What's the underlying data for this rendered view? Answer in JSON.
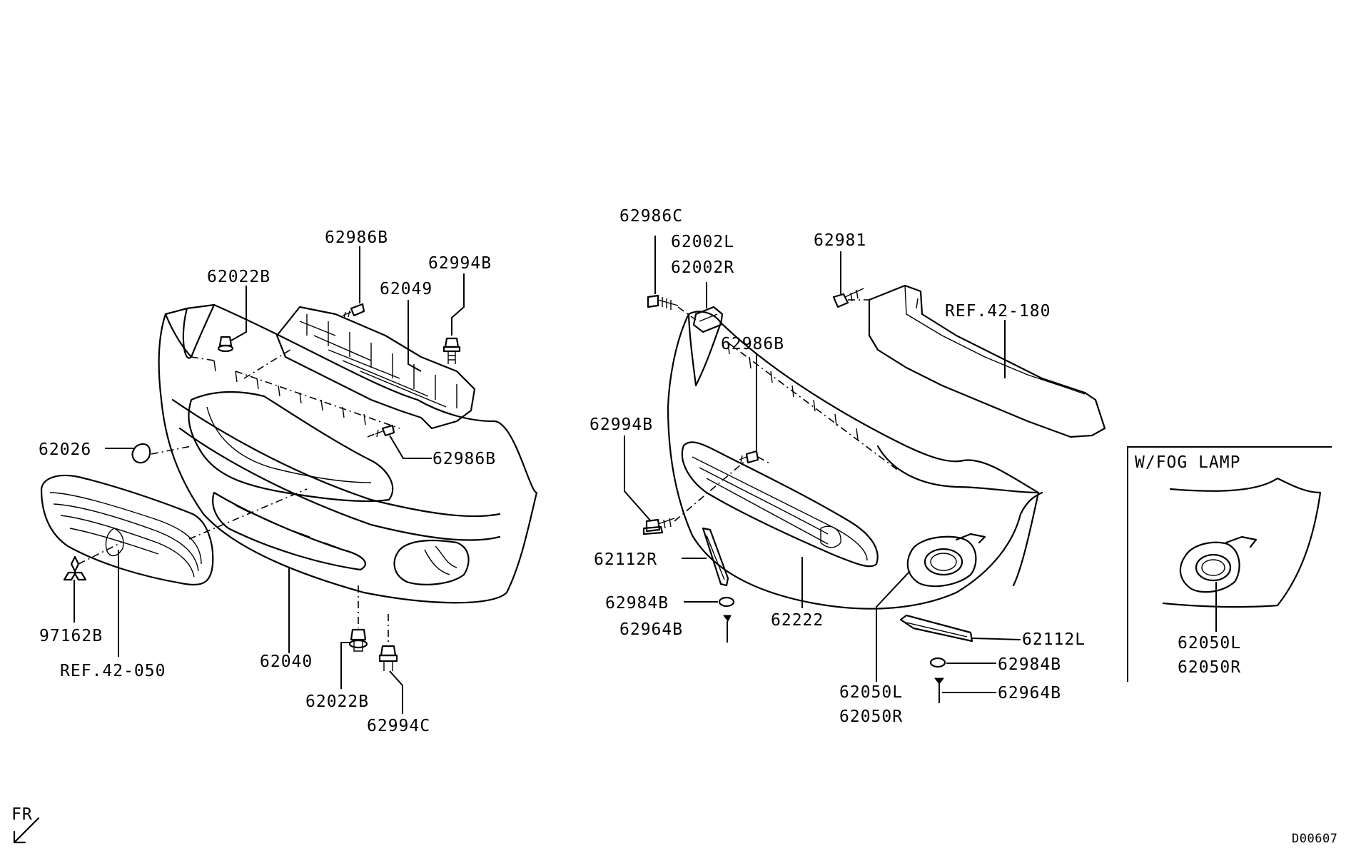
{
  "diagram_id": "D00607",
  "direction_label": "FR",
  "inset_title": "W/FOG LAMP",
  "labels": {
    "l_62986B_top": "62986B",
    "l_62022B_top": "62022B",
    "l_62049": "62049",
    "l_62994B_left": "62994B",
    "l_62026": "62026",
    "l_62986B_mid": "62986B",
    "l_97162B": "97162B",
    "l_ref42050": "REF.42-050",
    "l_62040": "62040",
    "l_62022B_bot": "62022B",
    "l_62994C": "62994C",
    "l_62986C": "62986C",
    "l_62002L": "62002L",
    "l_62002R": "62002R",
    "l_62981": "62981",
    "l_ref42180": "REF.42-180",
    "l_62986B_right": "62986B",
    "l_62994B_right": "62994B",
    "l_62112R": "62112R",
    "l_62984B_left": "62984B",
    "l_62964B_left": "62964B",
    "l_62222": "62222",
    "l_62112L": "62112L",
    "l_62984B_right": "62984B",
    "l_62964B_right": "62964B",
    "l_62050L_main": "62050L",
    "l_62050R_main": "62050R",
    "l_62050L_inset": "62050L",
    "l_62050R_inset": "62050R"
  }
}
